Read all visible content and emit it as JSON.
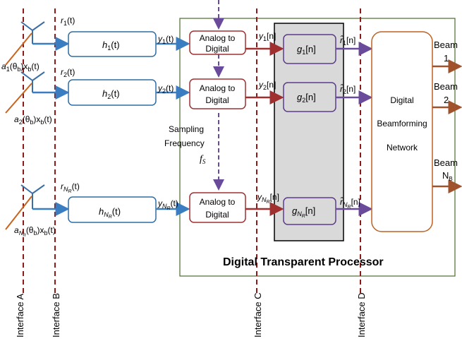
{
  "interfaces": {
    "a": "Interface  A",
    "b": "Interface  B",
    "c": "Interface  C",
    "d": "Interface  D"
  },
  "processor_title": "Digital Transparent Processor",
  "adc": {
    "line1": "Analog to",
    "line2": "Digital"
  },
  "sampling": {
    "line1": "Sampling",
    "line2": "Frequency",
    "symbol": "f",
    "subscript": "S"
  },
  "dbf": {
    "line1": "Digital",
    "line2": "Beamforming",
    "line3": "Network"
  },
  "channels": [
    {
      "r_base": "r",
      "r_sub": "1",
      "r_suffix": "(t)",
      "h_base": "h",
      "h_sub": "1",
      "h_suffix": "(t)",
      "y_base": "y",
      "y_sub": "1",
      "y_suffix": "(t)",
      "yn_base": "y",
      "yn_sub": "1",
      "yn_suffix": "[n]",
      "g_base": "g",
      "g_sub": "1",
      "g_suffix": "[n]",
      "rhat_base": "r̂",
      "rhat_sub": "1",
      "rhat_suffix": "[n]",
      "a_base": "a",
      "a_sub": "1",
      "a_suffix": "(θ",
      "a_b": "b",
      "a_suffix2": ")x",
      "a_xb": "b",
      "a_end": "(t)"
    },
    {
      "r_base": "r",
      "r_sub": "2",
      "r_suffix": "(t)",
      "h_base": "h",
      "h_sub": "2",
      "h_suffix": "(t)",
      "y_base": "y",
      "y_sub": "2",
      "y_suffix": "(t)",
      "yn_base": "y",
      "yn_sub": "2",
      "yn_suffix": "[n]",
      "g_base": "g",
      "g_sub": "2",
      "g_suffix": "[n]",
      "rhat_base": "r̂",
      "rhat_sub": "2",
      "rhat_suffix": "[n]",
      "a_base": "a",
      "a_sub": "2",
      "a_suffix": "(θ",
      "a_b": "b",
      "a_suffix2": ")x",
      "a_xb": "b",
      "a_end": "(t)"
    },
    {
      "r_base": "r",
      "r_sub": "N",
      "r_subsub": "R",
      "r_suffix": "(t)",
      "h_base": "h",
      "h_sub": "N",
      "h_subsub": "R",
      "h_suffix": "(t)",
      "y_base": "y",
      "y_sub": "N",
      "y_subsub": "R",
      "y_suffix": "(t)",
      "yn_base": "y",
      "yn_sub": "N",
      "yn_subsub": "R",
      "yn_suffix": "[n]",
      "g_base": "g",
      "g_sub": "N",
      "g_subsub": "R",
      "g_suffix": "[n]",
      "rhat_base": "r̂",
      "rhat_sub": "N",
      "rhat_subsub": "R",
      "rhat_suffix": "[n]",
      "a_base": "a",
      "a_sub": "N",
      "a_subsub": "R",
      "a_suffix": "(θ",
      "a_b": "b",
      "a_suffix2": ")x",
      "a_xb": "b",
      "a_end": "(t)"
    }
  ],
  "beams": [
    {
      "line1": "Beam",
      "line2": "1"
    },
    {
      "line1": "Beam",
      "line2": "2"
    },
    {
      "line1": "Beam",
      "line2": "N",
      "line2_sub": "B"
    }
  ],
  "colors": {
    "interface_line": "#8b1a1a",
    "h_box": "#2e6da4",
    "adc_box": "#a03030",
    "g_box": "#5e3a8a",
    "dbf_box": "#c06020",
    "processor_border": "#4a6a2a",
    "filter_shade": "#d9d9d9",
    "arrow_blue": "#3a7dc0",
    "arrow_red": "#a03030",
    "arrow_purple": "#6a4a9a",
    "arrow_brown": "#a0522d",
    "antenna_orange": "#c8641e",
    "antenna_blue": "#3a6ea5"
  }
}
